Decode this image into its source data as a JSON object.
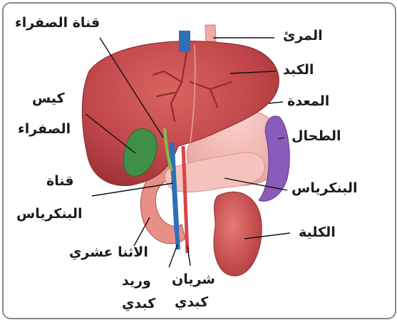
{
  "labels": {
    "bile_duct": "قناة الصفراء",
    "esophagus": "المرئ",
    "liver": "الكبد",
    "stomach": "المعدة",
    "spleen": "الطحال",
    "pancreas": "البنكرياس",
    "kidney": "الكلية",
    "gallbladder_1": "كيس",
    "gallbladder_2": "الصفراء",
    "pancreatic_duct_1": "قناة",
    "pancreatic_duct_2": "البنكرياس",
    "duodenum": "الاثنا عشري",
    "hepatic_vein_1": "وريد",
    "hepatic_vein_2": "كبدي",
    "hepatic_artery_1": "شريان",
    "hepatic_artery_2": "كبدي"
  },
  "colors": {
    "liver": "#c2474a",
    "stomach": "#f2b8b4",
    "spleen": "#8a5bb8",
    "pancreas": "#f4c3bd",
    "kidney": "#c94e4f",
    "gallbladder": "#3f8f47",
    "vein": "#2f6fb6",
    "artery": "#d8454c"
  }
}
